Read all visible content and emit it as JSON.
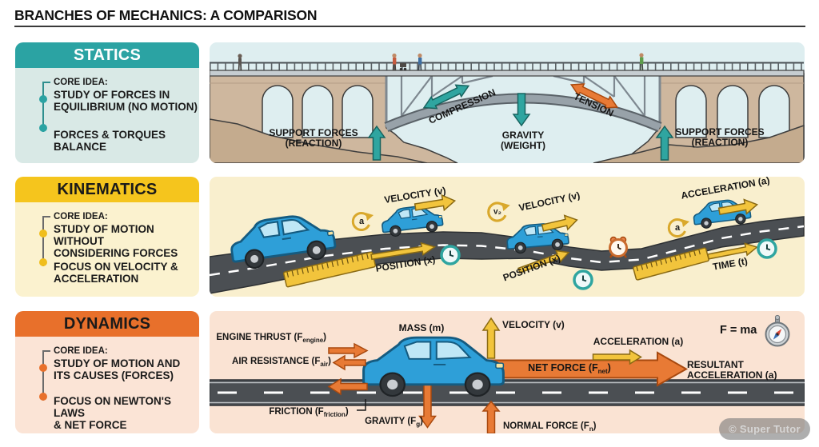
{
  "title": "BRANCHES OF MECHANICS: A COMPARISON",
  "watermark": "© Super Tutor",
  "colors": {
    "teal": "#2BA3A3",
    "teal_light": "#D9E9E6",
    "yellow": "#F5C51D",
    "yellow_light": "#FBF2CF",
    "orange": "#E8702B",
    "orange_light": "#FBE4D6"
  },
  "statics": {
    "header": "STATICS",
    "core_idea": "CORE IDEA:",
    "bullet1": "STUDY OF FORCES IN\nEQUILIBRIUM (NO MOTION)",
    "bullet2": "FORCES & TORQUES BALANCE",
    "art": {
      "support_left": "SUPPORT FORCES\n(REACTION)",
      "compression": "COMPRESSION",
      "gravity": "GRAVITY\n(WEIGHT)",
      "tension": "TENSION",
      "support_right": "SUPPORT FORCES\n(REACTION)"
    }
  },
  "kinematics": {
    "header": "KINEMATICS",
    "core_idea": "CORE IDEA:",
    "bullet1": "STUDY OF MOTION WITHOUT\nCONSIDERING FORCES",
    "bullet2": "FOCUS ON VELOCITY &\nACCELERATION",
    "art": {
      "velocity1": "VELOCITY (v)",
      "position1": "POSITION (x)",
      "velocity2": "VELOCITY (v)",
      "position2": "POSITION (x)",
      "acceleration": "ACCELERATION (a)",
      "time": "TIME (t)",
      "a1": "a",
      "v2": "v₂",
      "a2": "a"
    }
  },
  "dynamics": {
    "header": "DYNAMICS",
    "core_idea": "CORE IDEA:",
    "bullet1": "STUDY OF MOTION AND\nITS CAUSES (FORCES)",
    "bullet2": "FOCUS ON NEWTON'S LAWS\n& NET FORCE",
    "art": {
      "mass": "MASS (m)",
      "engine_pre": "ENGINE THRUST (F",
      "engine_sub": "engine",
      "engine_post": ")",
      "air_pre": "AIR RESISTANCE (F",
      "air_sub": "air",
      "air_post": ")",
      "friction_pre": "FRICTION (F",
      "friction_sub": "friction",
      "friction_post": ")",
      "gravity_pre": "GRAVITY (F",
      "gravity_sub": "g",
      "gravity_post": ")",
      "normal_pre": "NORMAL FORCE (F",
      "normal_sub": "n",
      "normal_post": ")",
      "net_pre": "NET FORCE (F",
      "net_sub": "net",
      "net_post": ")",
      "velocity": "VELOCITY (v)",
      "acceleration": "ACCELERATION (a)",
      "resultant": "RESULTANT\nACCELERATION (a)",
      "formula": "F = ma"
    }
  }
}
